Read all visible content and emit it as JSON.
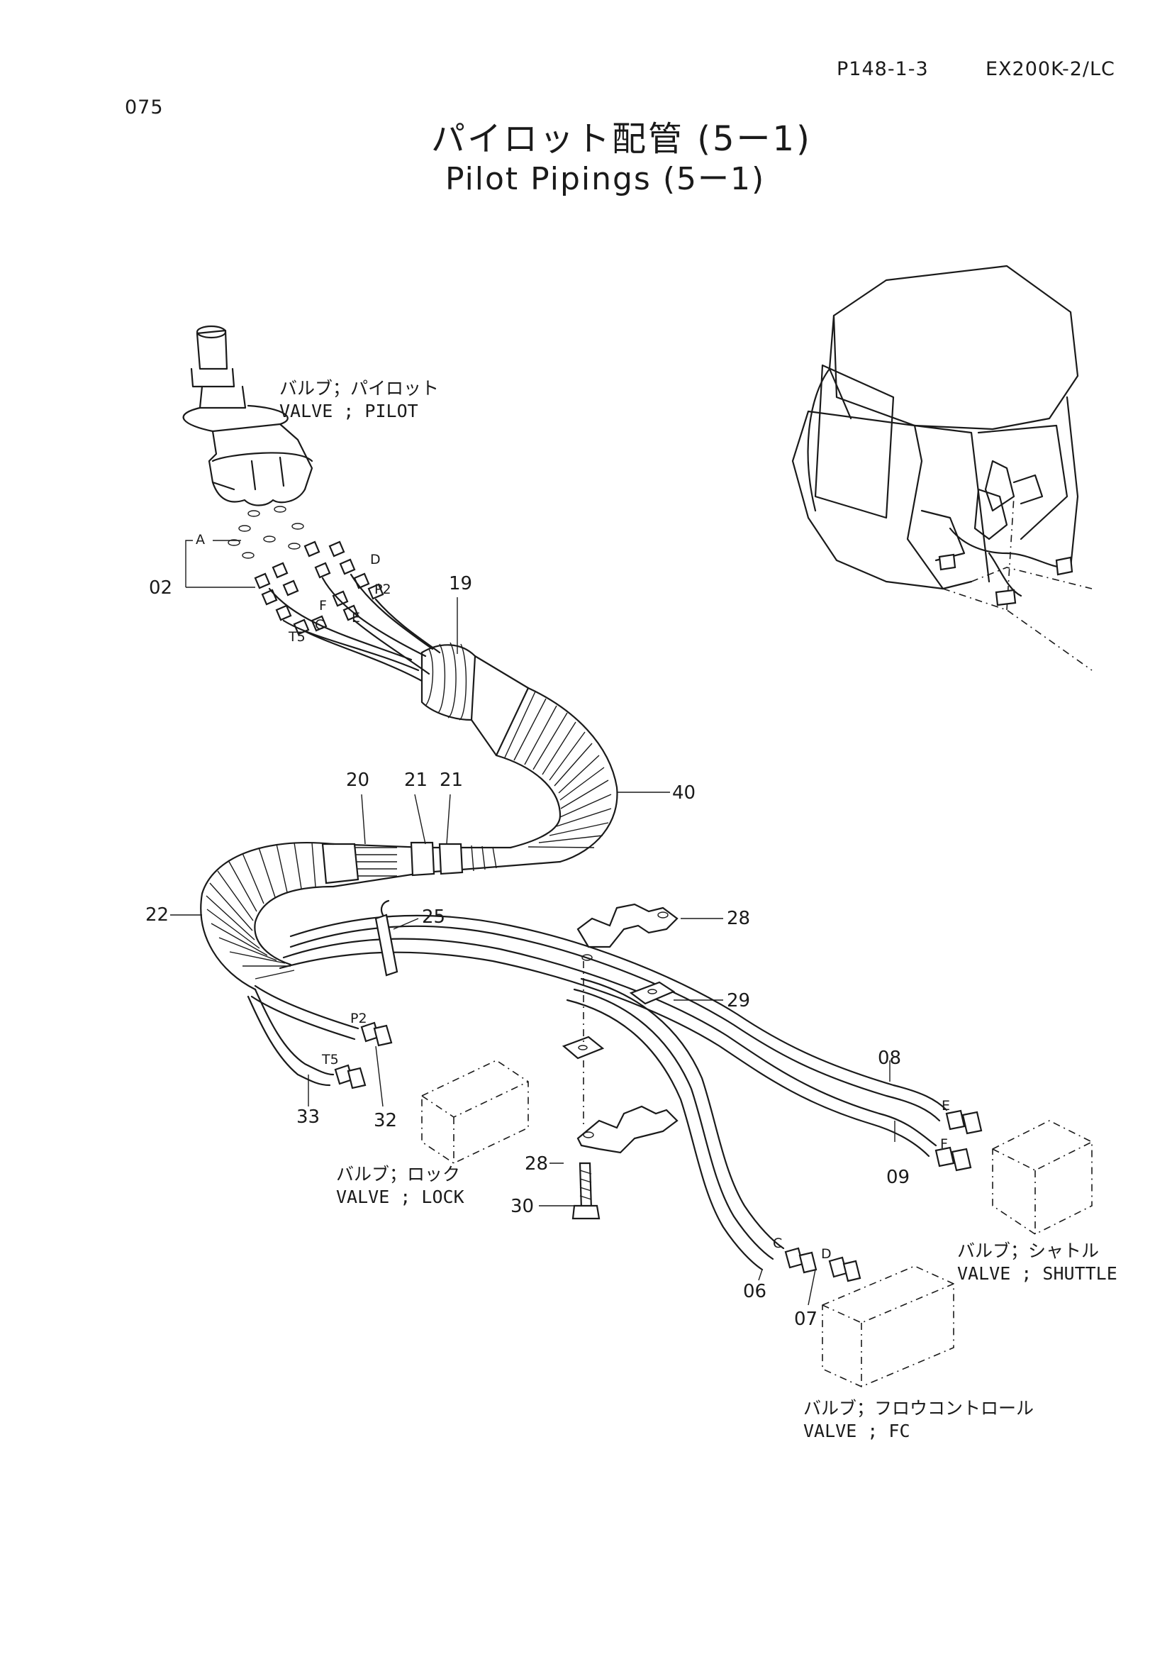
{
  "header": {
    "page_code": "P148-1-3",
    "model": "EX200K-2/LC",
    "page_number": "075"
  },
  "title": {
    "japanese": "パイロット配管 (5ー1)",
    "english": "Pilot Pipings (5ー1)"
  },
  "components": {
    "valve_pilot": {
      "jp": "バルブ；パイロット",
      "en": "VALVE ; PILOT"
    },
    "valve_lock": {
      "jp": "バルブ；ロック",
      "en": "VALVE ; LOCK"
    },
    "valve_shuttle": {
      "jp": "バルブ；シャトル",
      "en": "VALVE ; SHUTTLE"
    },
    "valve_fc": {
      "jp": "バルブ；フロウコントロール",
      "en": "VALVE ; FC"
    }
  },
  "callouts": {
    "c02": "02",
    "c06": "06",
    "c07": "07",
    "c08": "08",
    "c09": "09",
    "c19": "19",
    "c20": "20",
    "c21a": "21",
    "c21b": "21",
    "c22": "22",
    "c25": "25",
    "c28a": "28",
    "c28b": "28",
    "c29": "29",
    "c30": "30",
    "c32": "32",
    "c33": "33",
    "c40": "40"
  },
  "ports": {
    "a": "A",
    "d": "D",
    "p2_top": "P2",
    "f_top": "F",
    "e_top": "E",
    "c_top": "C",
    "t5_top": "T5",
    "p2_bottom": "P2",
    "t5_bottom": "T5",
    "e_right": "E",
    "f_right": "F",
    "c_right": "C",
    "d_right": "D"
  }
}
